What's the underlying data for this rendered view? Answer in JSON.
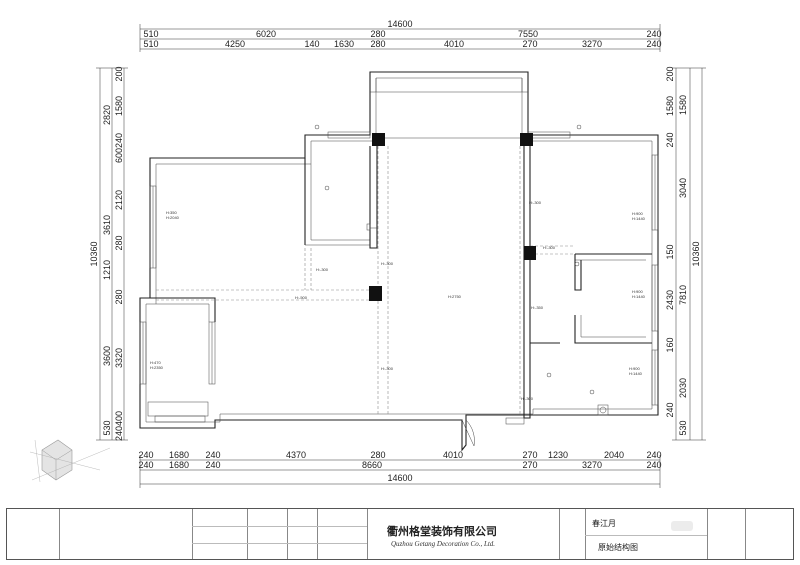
{
  "dimensions": {
    "top_overall": "14600",
    "top_row1": [
      "510",
      "6020",
      "280",
      "7550",
      "240"
    ],
    "top_row2": [
      "510",
      "4250",
      "140",
      "1630",
      "280",
      "4010",
      "270",
      "3270",
      "240"
    ],
    "bottom_row1": [
      "240",
      "1680",
      "240",
      "4370",
      "280",
      "4010",
      "270",
      "1230",
      "2040",
      "240"
    ],
    "bottom_row2": [
      "240",
      "1680",
      "240",
      "8660",
      "270",
      "3270",
      "240"
    ],
    "bottom_overall": "14600",
    "left_overall": "10360",
    "left_row1": [
      "2820",
      "3610",
      "1210",
      "3600",
      "530"
    ],
    "left_row2": [
      "200",
      "1580",
      "600240",
      "2120",
      "280",
      "280",
      "3320",
      "240400"
    ],
    "right_overall": "10360",
    "right_row1": [
      "1580",
      "3040",
      "7810",
      "2030",
      "530"
    ],
    "right_row2": [
      "200",
      "1580",
      "240",
      "150",
      "2430",
      "160",
      "240"
    ]
  },
  "room_labels": {
    "window_bedroom_left": [
      "H:350",
      "H:2040"
    ],
    "window_bedroom_right": [
      "H:900",
      "H:1440"
    ],
    "window_bedroom_mid": [
      "H:900",
      "H:1440"
    ],
    "window_bedroom_bottom": [
      "H:900",
      "H:1440"
    ],
    "window_small_left": [
      "H:470",
      "H:2350"
    ],
    "beam_1": "H:-300",
    "beam_2": "H:-300",
    "beam_3": "H:-300",
    "beam_4": "H:-500",
    "beam_5": "H:-300",
    "beam_6": "H:-300",
    "beam_7": "H:-300",
    "beam_8": "H:-350",
    "ceiling": "H:2750"
  },
  "title_block": {
    "company_cn": "衢州格堂装饰有限公司",
    "company_en": "Quzhou Getang Decoration Co., Ltd.",
    "project_name": "春江月",
    "drawing_name": "原始结构图"
  },
  "colors": {
    "wall": "#222222",
    "column": "#111111",
    "beam_dash": "#8a8a8a"
  }
}
